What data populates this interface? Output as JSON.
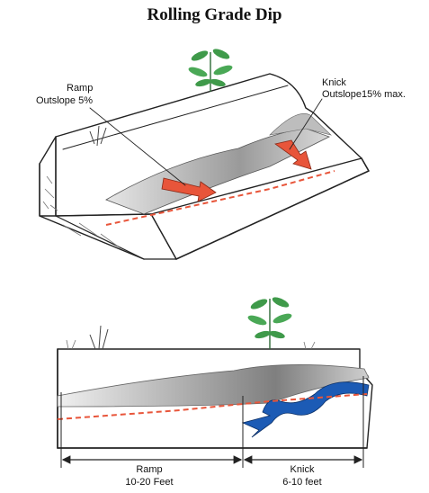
{
  "title": "Rolling Grade Dip",
  "top_diagram": {
    "ramp_label": {
      "line1": "Ramp",
      "line2": "Outslope 5%"
    },
    "knick_label": {
      "line1": "Knick",
      "line2": "Outslope15% max."
    }
  },
  "bottom_diagram": {
    "ramp_dimension": {
      "line1": "Ramp",
      "line2": "10-20 Feet"
    },
    "knick_dimension": {
      "line1": "Knick",
      "line2": "6-10 feet"
    }
  },
  "colors": {
    "arrow": "#e8553a",
    "dashed_line": "#e8553a",
    "water": "#1c5bb5",
    "plant": "#3f9a4a",
    "ink": "#222222"
  }
}
